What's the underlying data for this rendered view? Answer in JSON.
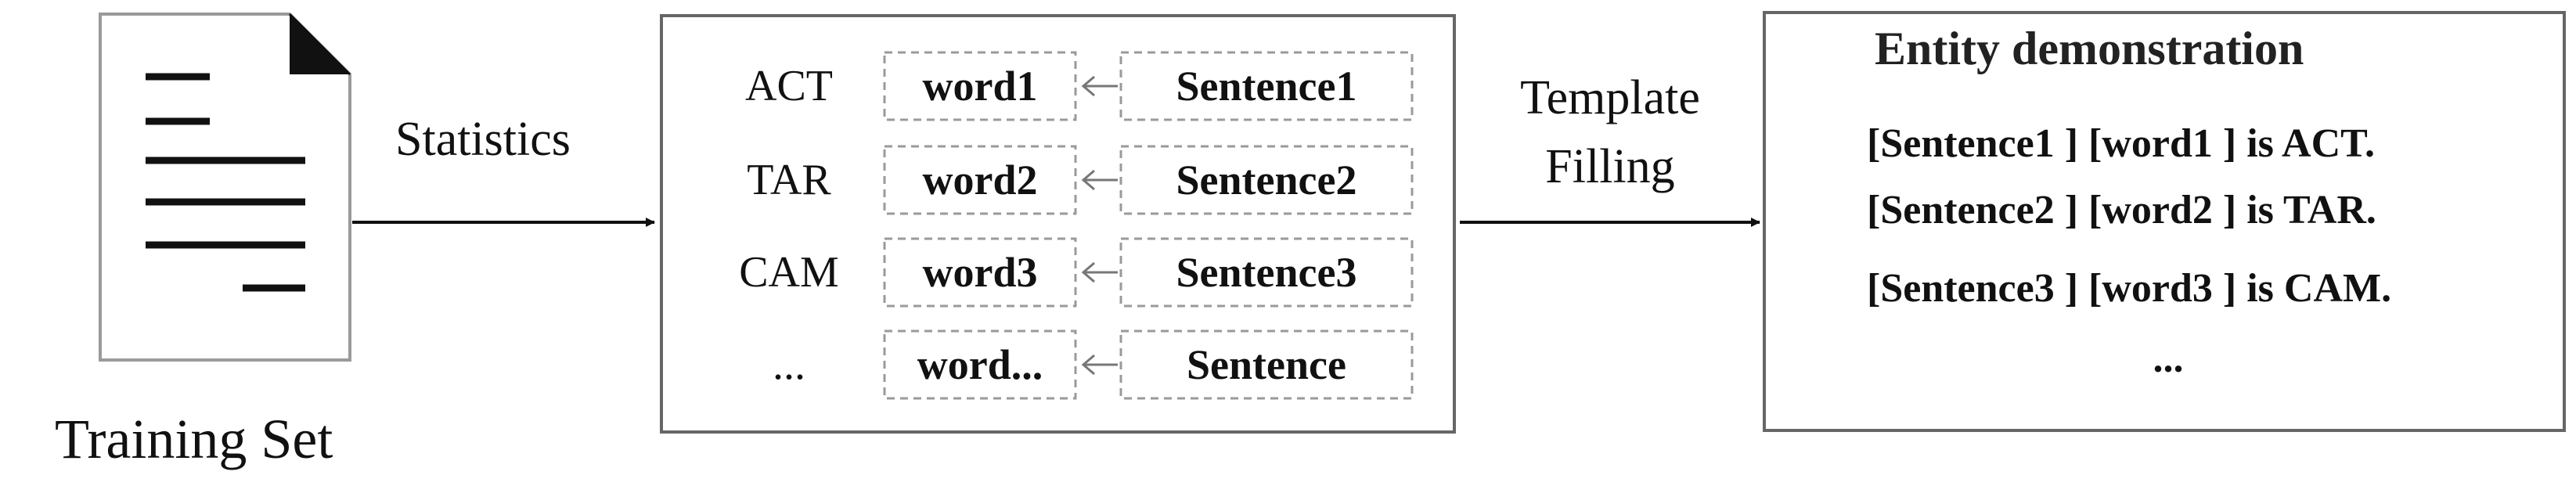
{
  "training_set": {
    "label": "Training Set"
  },
  "arrow_statistics": {
    "label": "Statistics"
  },
  "arrow_template": {
    "line1": "Template",
    "line2": "Filling"
  },
  "mapping_table": {
    "rows": [
      {
        "entity": "ACT",
        "word": "word1",
        "sentence": "Sentence1"
      },
      {
        "entity": "TAR",
        "word": "word2",
        "sentence": "Sentence2"
      },
      {
        "entity": "CAM",
        "word": "word3",
        "sentence": "Sentence3"
      },
      {
        "entity": "...",
        "word": "word...",
        "sentence": "Sentence"
      }
    ]
  },
  "demonstration": {
    "title": "Entity demonstration",
    "lines": [
      "[Sentence1 ] [word1 ] is ACT.",
      "[Sentence2 ] [word2 ] is TAR.",
      "[Sentence3 ] [word3 ] is CAM.",
      "..."
    ]
  },
  "colors": {
    "ink": "#111111",
    "dash": "#9a9a9a",
    "border": "#666666",
    "arrow": "#777777"
  }
}
